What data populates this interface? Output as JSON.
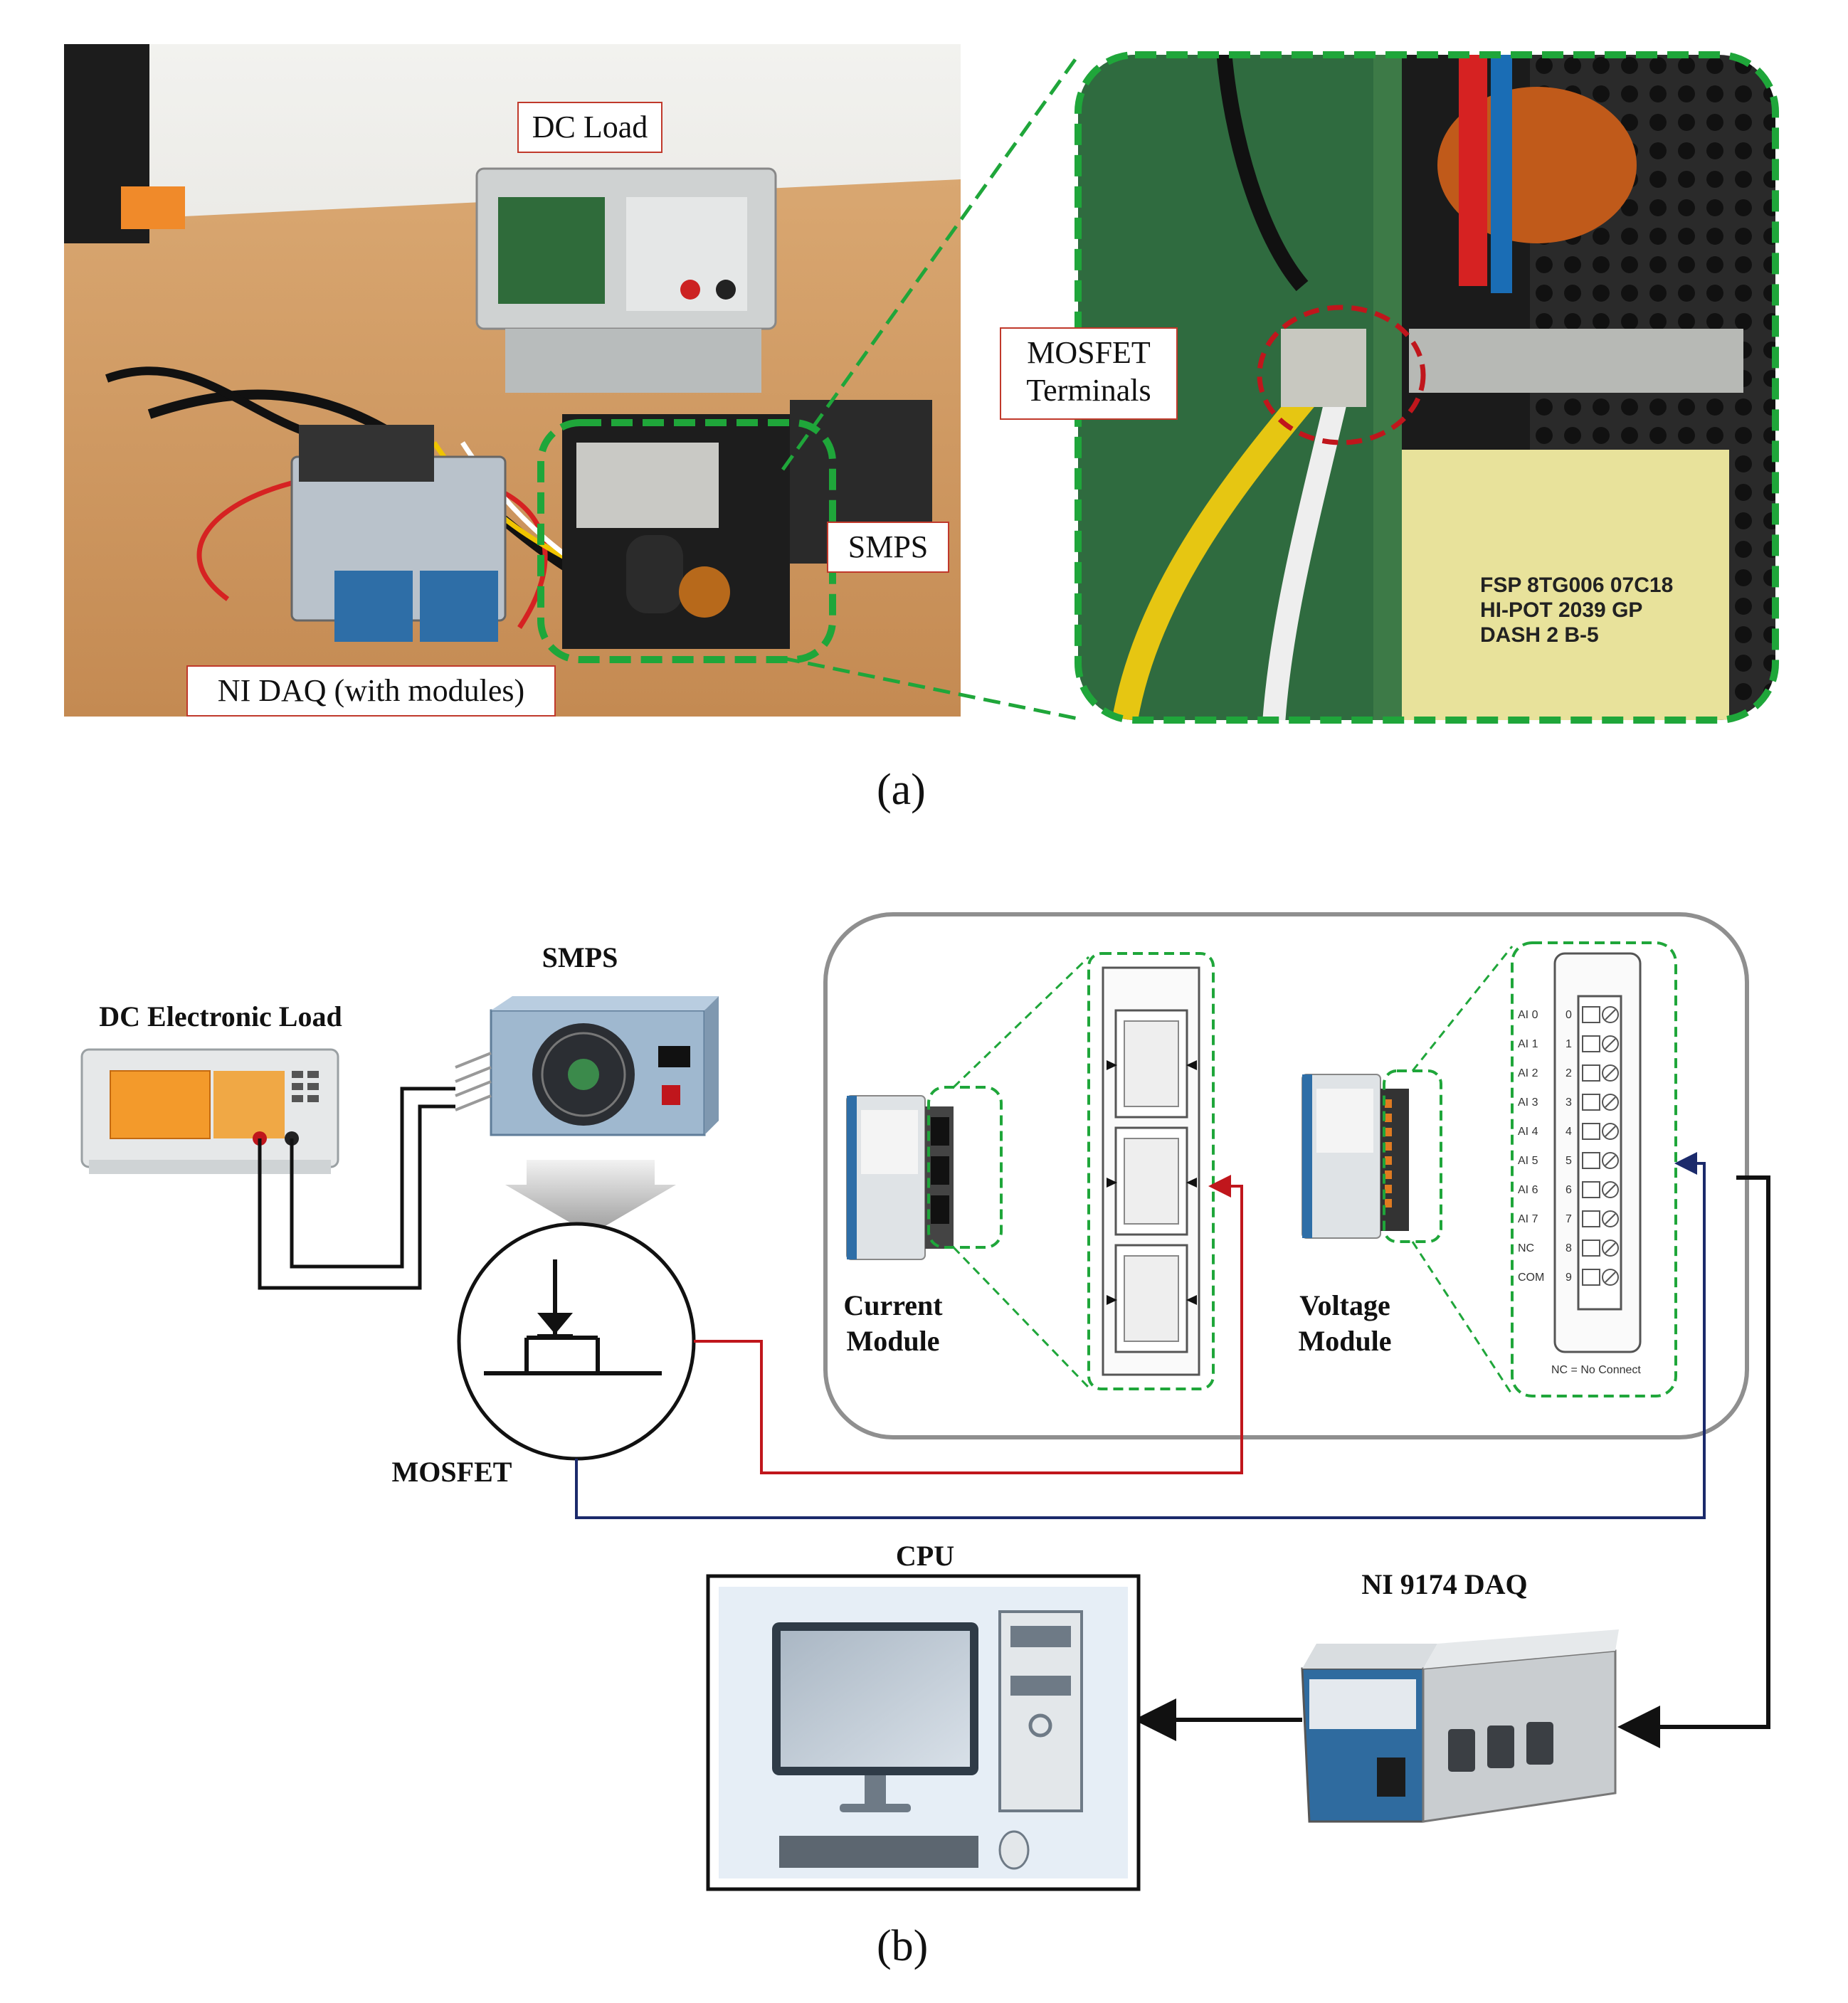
{
  "panel_a": {
    "caption": "(a)",
    "labels": {
      "dc_load": "DC Load",
      "smps": "SMPS",
      "ni_daq": "NI DAQ (with modules)",
      "mosfet_terminals_line1": "MOSFET",
      "mosfet_terminals_line2": "Terminals"
    },
    "inset_text": {
      "line1": "FSP 8TG006 07C18",
      "line2": "HI-POT 2039 GP",
      "line3": "DASH 2 B-5"
    }
  },
  "panel_b": {
    "caption": "(b)",
    "labels": {
      "dc_electronic_load": "DC Electronic Load",
      "smps": "SMPS",
      "mosfet": "MOSFET",
      "current_module_line1": "Current",
      "current_module_line2": "Module",
      "voltage_module_line1": "Voltage",
      "voltage_module_line2": "Module",
      "cpu": "CPU",
      "ni_daq": "NI 9174 DAQ"
    },
    "pin_labels": [
      "AI 0",
      "AI 1",
      "AI 2",
      "AI 3",
      "AI 4",
      "AI 5",
      "AI 6",
      "AI 7",
      "NC",
      "COM"
    ],
    "pin_numbers": [
      "0",
      "1",
      "2",
      "3",
      "4",
      "5",
      "6",
      "7",
      "8",
      "9"
    ],
    "nc_note": "NC = No Connect",
    "wire_colors": {
      "load_wire": "#111111",
      "current_wire": "#c0161c",
      "voltage_wire": "#1b2a6b",
      "daq_wire": "#111111",
      "callout_dash": "#1fa63a"
    }
  }
}
